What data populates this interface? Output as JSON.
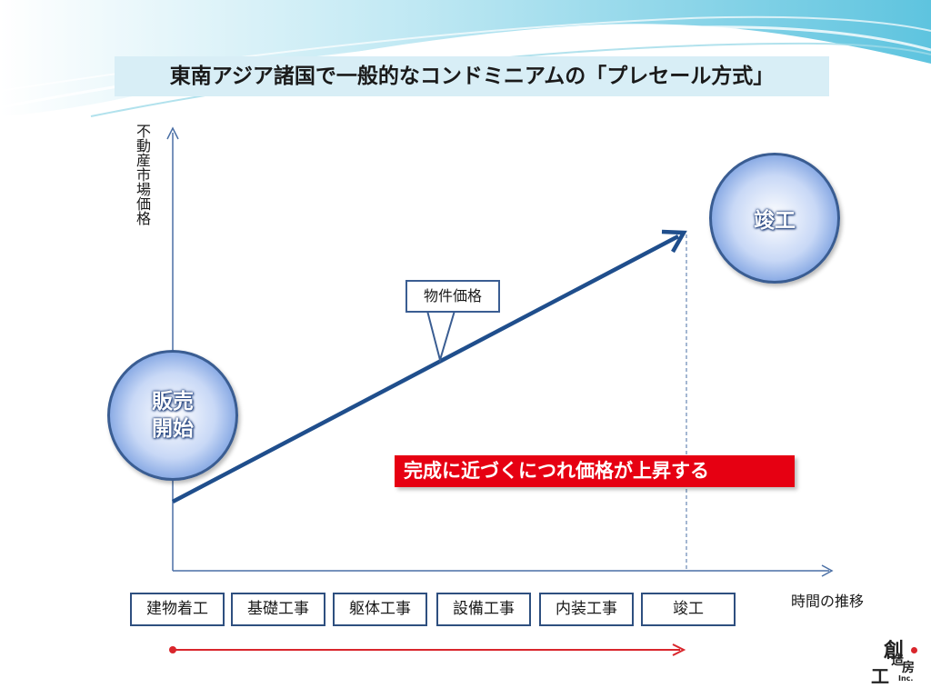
{
  "title": "東南アジア諸国で一般的なコンドミニアムの「プレセール方式」",
  "y_axis_label": "不動産市場価格",
  "x_axis_label": "時間の推移",
  "start_circle_label": "販売開始",
  "end_circle_label": "竣工",
  "line_callout_label": "物件価格",
  "banner_text": "完成に近づくにつれ価格が上昇する",
  "stages": [
    "建物着工",
    "基礎工事",
    "躯体工事",
    "設備工事",
    "内装工事",
    "竣工"
  ],
  "logo": {
    "chars": [
      "創",
      "造",
      "工",
      "房",
      "Inc."
    ]
  },
  "colors": {
    "title_bg": "#d8eef6",
    "axis": "#4a6fa5",
    "price_line": "#1f4e8c",
    "banner_bg": "#e60012",
    "timeline": "#d9262c",
    "circle_border": "#3a5d92"
  }
}
